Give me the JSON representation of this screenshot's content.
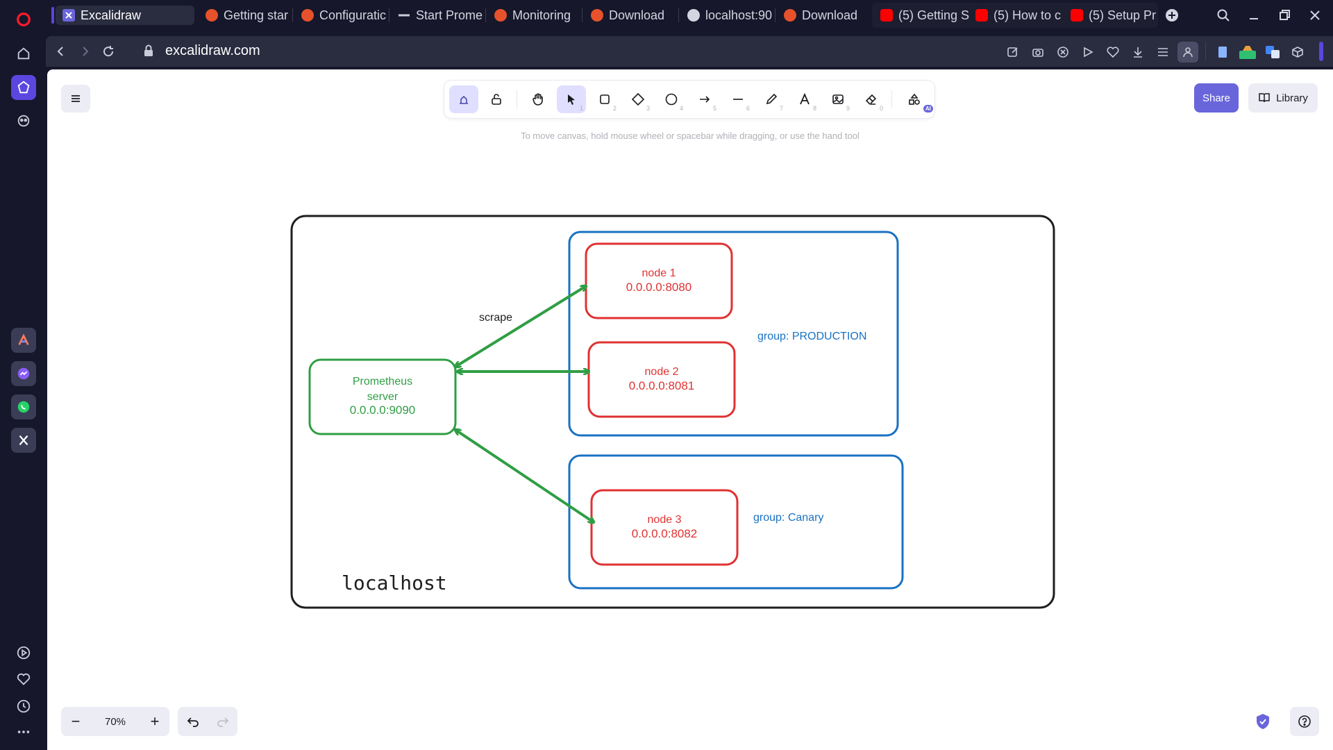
{
  "browser": {
    "tabs": [
      {
        "label": "Excalidraw",
        "active": true,
        "icon": "excalidraw-favicon"
      },
      {
        "label": "Getting star",
        "icon": "prometheus-favicon"
      },
      {
        "label": "Configuratic",
        "icon": "prometheus-favicon"
      },
      {
        "label": "Start Prome",
        "icon": "dash-favicon"
      },
      {
        "label": "Monitoring",
        "icon": "prometheus-favicon"
      },
      {
        "label": "Download",
        "icon": "prometheus-favicon"
      },
      {
        "label": "localhost:90",
        "icon": "globe-favicon"
      },
      {
        "label": "Download",
        "icon": "prometheus-favicon"
      },
      {
        "label": "(5) Getting S",
        "icon": "youtube-favicon"
      },
      {
        "label": "(5) How to c",
        "icon": "youtube-favicon"
      },
      {
        "label": "(5) Setup Pr",
        "icon": "youtube-favicon"
      }
    ],
    "url": "excalidraw.com"
  },
  "excalidraw": {
    "tools": [
      {
        "name": "keep-tool-active",
        "key": ""
      },
      {
        "name": "lock",
        "key": ""
      },
      {
        "name": "hand",
        "key": ""
      },
      {
        "name": "selection",
        "key": "1"
      },
      {
        "name": "rectangle",
        "key": "2"
      },
      {
        "name": "diamond",
        "key": "3"
      },
      {
        "name": "ellipse",
        "key": "4"
      },
      {
        "name": "arrow",
        "key": "5"
      },
      {
        "name": "line",
        "key": "6"
      },
      {
        "name": "draw",
        "key": "7"
      },
      {
        "name": "text",
        "key": "8"
      },
      {
        "name": "image",
        "key": "9"
      },
      {
        "name": "eraser",
        "key": "0"
      },
      {
        "name": "more-tools",
        "key": ""
      }
    ],
    "ai_badge": "AI",
    "hint": "To move canvas, hold mouse wheel or spacebar while dragging, or use the hand tool",
    "share_label": "Share",
    "library_label": "Library",
    "zoom": "70%"
  },
  "diagram": {
    "host_label": "localhost",
    "prometheus": {
      "line1": "Prometheus",
      "line2": "server",
      "line3": "0.0.0.0:9090"
    },
    "scrape_label": "scrape",
    "node1": {
      "name": "node 1",
      "addr": "0.0.0.0:8080"
    },
    "node2": {
      "name": "node 2",
      "addr": "0.0.0.0:8081"
    },
    "node3": {
      "name": "node 3",
      "addr": "0.0.0.0:8082"
    },
    "group_production": "group: PRODUCTION",
    "group_canary": "group: Canary",
    "colors": {
      "black": "#1e1e1e",
      "green": "#2f9e44",
      "red": "#e03131",
      "blue": "#1971c2"
    }
  }
}
